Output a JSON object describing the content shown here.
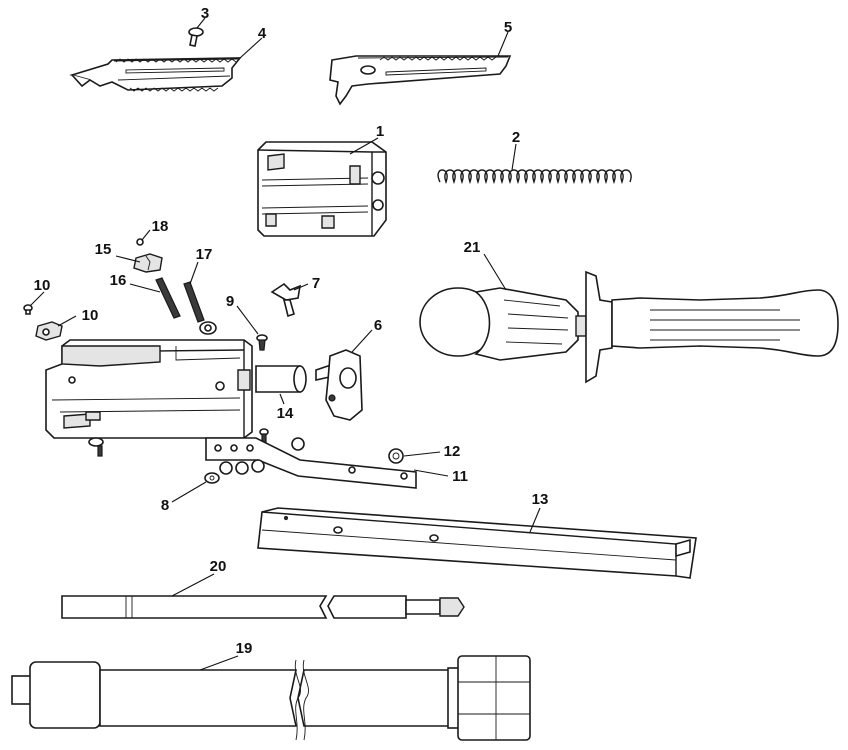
{
  "parts": [
    {
      "id": "p1",
      "number": "1"
    },
    {
      "id": "p2",
      "number": "2"
    },
    {
      "id": "p3",
      "number": "3"
    },
    {
      "id": "p4",
      "number": "4"
    },
    {
      "id": "p5",
      "number": "5"
    },
    {
      "id": "p6",
      "number": "6"
    },
    {
      "id": "p7",
      "number": "7"
    },
    {
      "id": "p8",
      "number": "8"
    },
    {
      "id": "p9",
      "number": "9"
    },
    {
      "id": "p10a",
      "number": "10"
    },
    {
      "id": "p10b",
      "number": "10"
    },
    {
      "id": "p11",
      "number": "11"
    },
    {
      "id": "p12",
      "number": "12"
    },
    {
      "id": "p13",
      "number": "13"
    },
    {
      "id": "p14",
      "number": "14"
    },
    {
      "id": "p15",
      "number": "15"
    },
    {
      "id": "p16",
      "number": "16"
    },
    {
      "id": "p17",
      "number": "17"
    },
    {
      "id": "p18",
      "number": "18"
    },
    {
      "id": "p19",
      "number": "19"
    },
    {
      "id": "p20",
      "number": "20"
    },
    {
      "id": "p21",
      "number": "21"
    }
  ],
  "colors": {
    "line": "#1a1a1a",
    "fill": "#ffffff",
    "shade": "#e4e4e4"
  }
}
